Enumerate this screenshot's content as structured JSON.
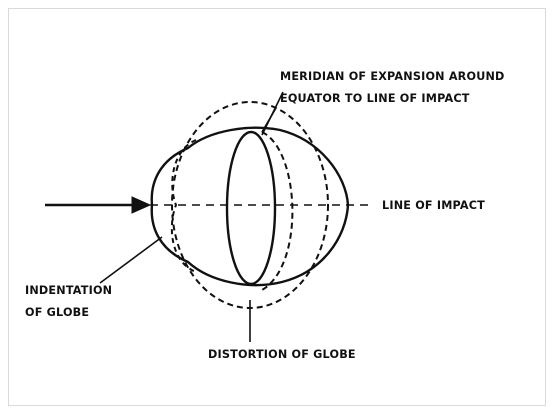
{
  "diagram": {
    "labels": {
      "meridian_line1": "MERIDIAN OF EXPANSION AROUND",
      "meridian_line2": "EQUATOR TO LINE OF IMPACT",
      "line_of_impact": "LINE OF IMPACT",
      "indentation_line1": "INDENTATION",
      "indentation_line2": "OF GLOBE",
      "distortion": "DISTORTION OF GLOBE"
    },
    "colors": {
      "ink": "#111111",
      "background": "#ffffff",
      "frame": "#d9d9d9"
    }
  }
}
